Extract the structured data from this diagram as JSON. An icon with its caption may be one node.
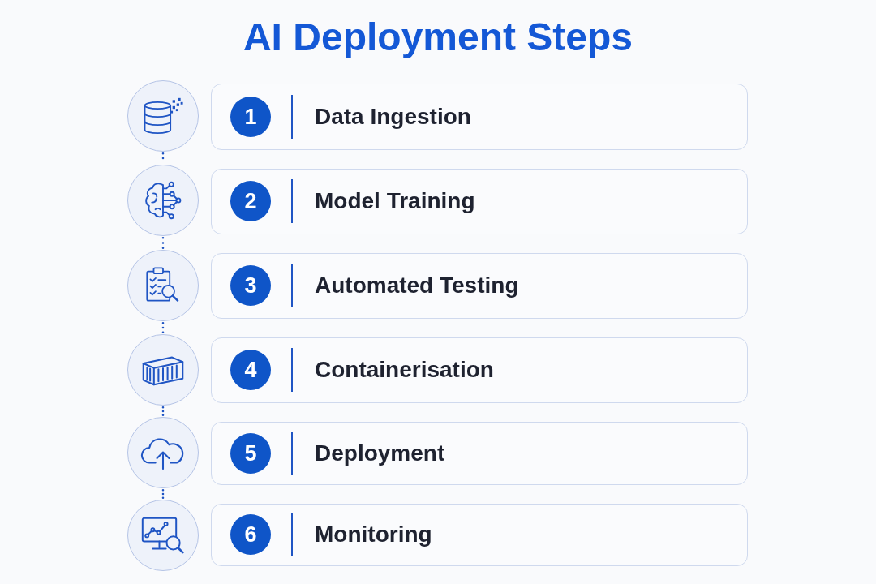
{
  "diagram": {
    "title": "AI Deployment Steps",
    "nodes": [
      {
        "text": [],
        "shape": "circle"
      },
      {
        "text": [
          "Data Ingestion"
        ]
      },
      {
        "text": [
          "1"
        ],
        "in": 1
      },
      {
        "text": [],
        "shape": "circle"
      },
      {
        "text": [
          "Model Training"
        ]
      },
      {
        "text": [
          "2"
        ],
        "in": 4
      },
      {
        "text": [],
        "shape": "circle"
      },
      {
        "text": [
          "Automated Testing"
        ]
      },
      {
        "text": [
          "3"
        ],
        "in": 7
      },
      {
        "text": [],
        "shape": "circle"
      },
      {
        "text": [
          "Containerisation"
        ]
      },
      {
        "text": [
          "4"
        ],
        "in": 10
      },
      {
        "text": [],
        "shape": "circle"
      },
      {
        "text": [
          "Deployment"
        ]
      },
      {
        "text": [
          "5"
        ],
        "in": 13
      },
      {
        "text": [],
        "shape": "circle"
      },
      {
        "text": [
          "Monitoring"
        ]
      },
      {
        "text": [
          "6"
        ],
        "in": 16
      }
    ],
    "edges": [
      {
        "from": 0,
        "to": 3,
        "arrow": "none",
        "style": "dashed"
      },
      {
        "from": 3,
        "to": 6,
        "arrow": "none",
        "style": "dashed"
      },
      {
        "from": 6,
        "to": 9,
        "arrow": "none",
        "style": "dashed"
      },
      {
        "from": 9,
        "to": 12,
        "arrow": "none",
        "style": "dashed"
      },
      {
        "from": 12,
        "to": 15,
        "arrow": "none",
        "style": "dashed"
      }
    ]
  }
}
